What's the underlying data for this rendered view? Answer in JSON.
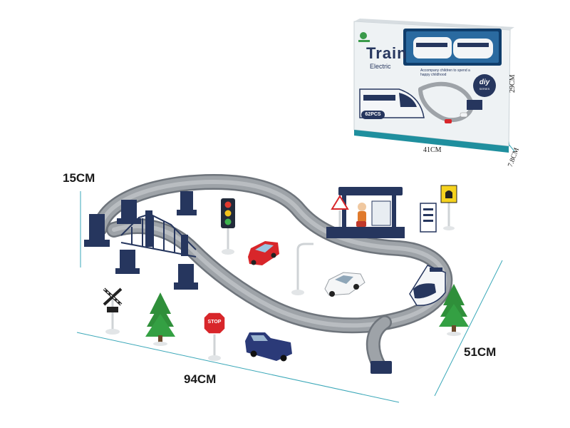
{
  "dimensions": {
    "height_set": "15CM",
    "length_set": "94CM",
    "width_set": "51CM",
    "box_length": "41CM",
    "box_height": "29CM",
    "box_depth": "7.8CM"
  },
  "box": {
    "title": "Train",
    "subtitle": "Electric",
    "tagline": "Accompany children to spend a happy childhood",
    "badge": "diy",
    "badge_sub": "SERIES",
    "pieces": "62PCS"
  },
  "signs": {
    "stop": "STOP"
  },
  "colors": {
    "track": "#9ea3a8",
    "track_edge": "#6f757c",
    "navy": "#26365e",
    "box_teal": "#1f8f9e",
    "car_red": "#d8262a",
    "tree": "#2f8f3a",
    "dimension_line": "#3aa7b8"
  }
}
